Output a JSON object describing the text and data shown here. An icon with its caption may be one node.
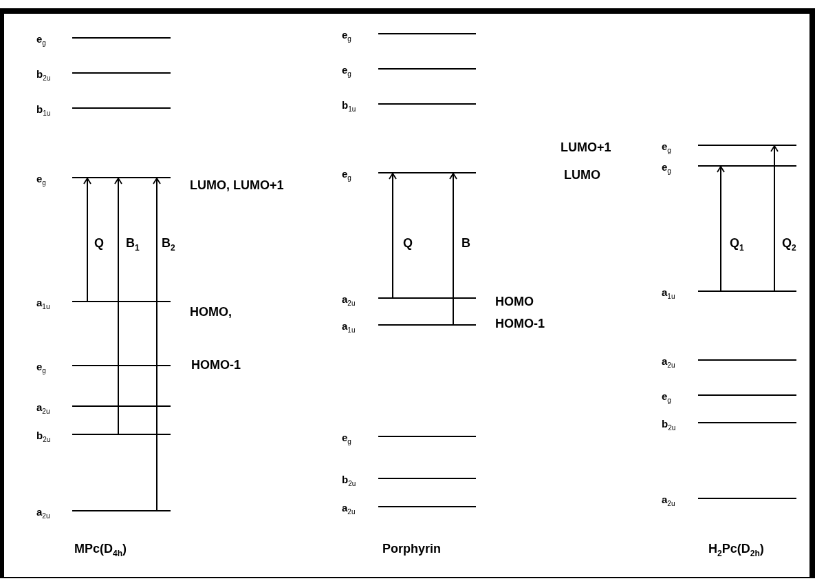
{
  "diagram": {
    "nodes": [
      {
        "text": [
          "e$_{g}$"
        ]
      },
      {
        "text": [
          "b$_{2u}$"
        ]
      },
      {
        "text": [
          "b$_{1u}$"
        ]
      },
      {
        "text": [
          "e$_{g}$"
        ],
        "beside": [
          "LUMO, LUMO+1"
        ]
      },
      {
        "text": [
          "a$_{1u}$"
        ],
        "beside": [
          "HOMO,"
        ]
      },
      {
        "text": [
          "e$_{g}$"
        ],
        "beside": [
          "HOMO-1"
        ]
      },
      {
        "text": [
          "a$_{2u}$"
        ]
      },
      {
        "text": [
          "b$_{2u}$"
        ]
      },
      {
        "text": [
          "a$_{2u}$"
        ]
      },
      {
        "text": [
          "e$_{g}$"
        ]
      },
      {
        "text": [
          "e$_{g}$"
        ]
      },
      {
        "text": [
          "b$_{1u}$"
        ]
      },
      {
        "text": [
          "e$_{g}$"
        ]
      },
      {
        "text": [
          "a$_{2u}$"
        ],
        "beside": [
          "HOMO"
        ]
      },
      {
        "text": [
          "a$_{1u}$"
        ],
        "beside": [
          "HOMO-1"
        ]
      },
      {
        "text": [
          "e$_{g}$"
        ]
      },
      {
        "text": [
          "b$_{2u}$"
        ]
      },
      {
        "text": [
          "a$_{2u}$"
        ]
      },
      {
        "text": [
          "e$_{g}$"
        ]
      },
      {
        "text": [
          "e$_{g}$"
        ]
      },
      {
        "text": [
          "a$_{1u}$"
        ]
      },
      {
        "text": [
          "a$_{2u}$"
        ]
      },
      {
        "text": [
          "e$_{g}$"
        ]
      },
      {
        "text": [
          "b$_{2u}$"
        ]
      },
      {
        "text": [
          "a$_{2u}$"
        ]
      }
    ],
    "edges": [
      {
        "from": 4,
        "to": 3,
        "arrow": "to",
        "label": "Q"
      },
      {
        "from": 7,
        "to": 3,
        "arrow": "to",
        "label": "B$_{1}$"
      },
      {
        "from": 8,
        "to": 3,
        "arrow": "to",
        "label": "B$_{2}$"
      },
      {
        "from": 13,
        "to": 12,
        "arrow": "to",
        "label": "Q"
      },
      {
        "from": 14,
        "to": 12,
        "arrow": "to",
        "label": "B"
      },
      {
        "from": 20,
        "to": 19,
        "arrow": "to",
        "label": "Q$_{1}$"
      },
      {
        "from": 20,
        "to": 18,
        "arrow": "to",
        "label": "Q$_{2}$"
      }
    ],
    "labels": [
      "LUMO+1",
      "LUMO",
      "MPc(D$_{4h}$)",
      "Porphyrin",
      "H$_{2}$Pc(D$_{2h}$)"
    ]
  }
}
